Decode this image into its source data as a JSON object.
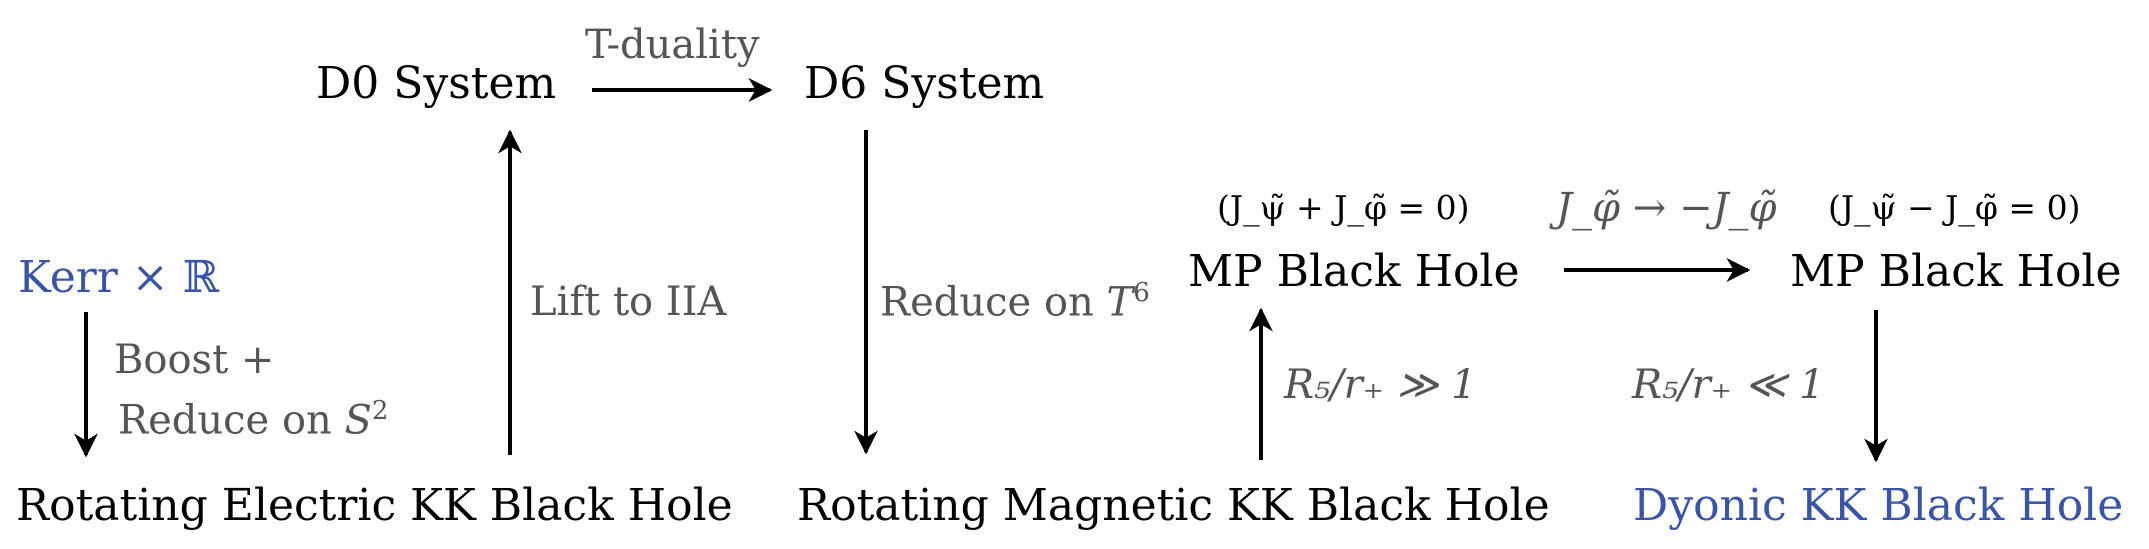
{
  "nodes": {
    "kerr": {
      "text": "Kerr",
      "times": "×",
      "r": "ℝ"
    },
    "d0": "D0 System",
    "d6": "D6 System",
    "mp_left": "MP Black Hole",
    "mp_right": "MP Black Hole",
    "rot_electric": "Rotating Electric KK Black Hole",
    "rot_magnetic": "Rotating Magnetic KK Black Hole",
    "dyonic": "Dyonic KK Black Hole"
  },
  "labels": {
    "t_duality": "T-duality",
    "boost": "Boost +",
    "reduce_s2_text": "Reduce on",
    "reduce_s2_math": "S",
    "reduce_s2_sup": "2",
    "lift": "Lift to IIA",
    "reduce_t6_text": "Reduce on",
    "reduce_t6_math": "T",
    "reduce_t6_sup": "6",
    "cond_left": "(J_ψ̃ + J_φ̃ = 0)",
    "cond_right": "(J_ψ̃ − J_φ̃ = 0)",
    "flip": "J_φ̃ → −J_φ̃",
    "r_large": "R₅/r₊ ≫ 1",
    "r_small": "R₅/r₊ ≪ 1"
  },
  "colors": {
    "highlight": "#3a55a4",
    "label": "#555555",
    "text": "#000000"
  }
}
